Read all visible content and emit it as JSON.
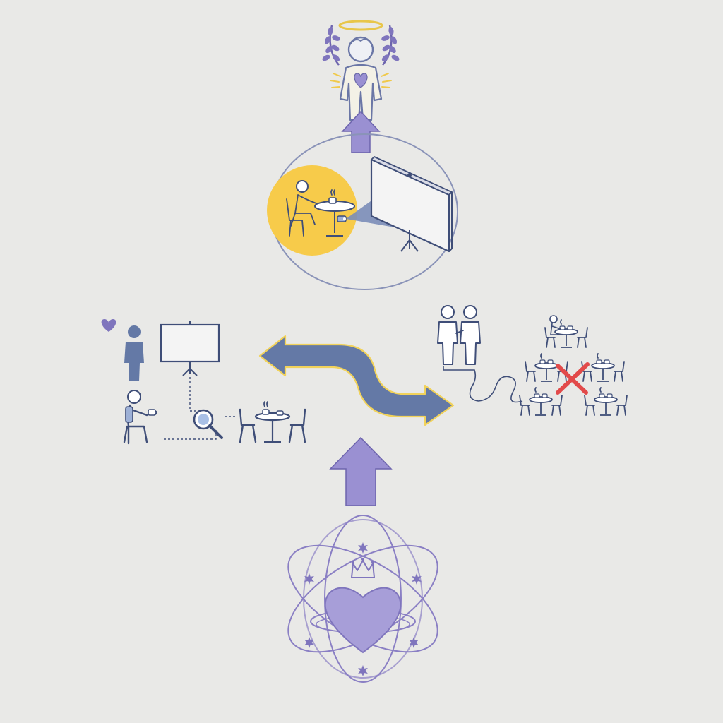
{
  "diagram": {
    "background_color": "#e9e9e7",
    "line_color": "#3f4e78",
    "purple_color": "#9a90d2",
    "blue_color": "#6479a6",
    "yellow_color": "#f7cb4a",
    "red_color": "#e24a4a",
    "nodes": [
      {
        "id": "exalted-person",
        "icon": "haloed-person-with-laurel-icon"
      },
      {
        "id": "cafe-projection",
        "icon": "person-at-cafe-table-projecting-to-screen-icon"
      },
      {
        "id": "observation-scene",
        "icon": "person-screen-magnifier-cafe-table-icon"
      },
      {
        "id": "crowded-cafe",
        "icon": "pair-of-people-and-crowded-cafe-tables-icon"
      },
      {
        "id": "heart-orbit",
        "icon": "heart-with-crown-and-orbits-icon"
      }
    ],
    "connections": [
      {
        "from": "heart-orbit",
        "to": "swap-arrow",
        "icon": "up-arrow-icon"
      },
      {
        "from": "observation-scene",
        "to": "crowded-cafe",
        "icon": "double-curved-arrow-icon"
      },
      {
        "from": "cafe-projection",
        "to": "exalted-person",
        "icon": "up-arrow-icon"
      }
    ]
  }
}
